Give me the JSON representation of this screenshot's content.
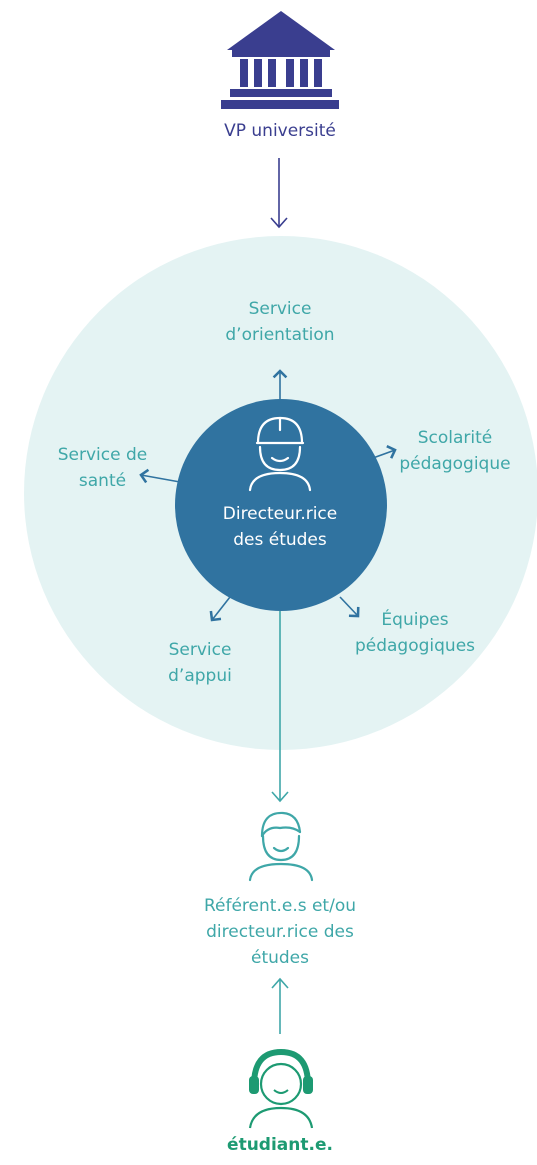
{
  "colors": {
    "navy": "#3a3e8f",
    "circle_bg": "#e4f3f3",
    "center": "#3073a0",
    "teal": "#3fa7a8",
    "green": "#1d9a72"
  },
  "top": {
    "icon": "university-building-icon",
    "label": "VP université"
  },
  "center": {
    "icon": "director-person-icon",
    "label_line1": "Directeur.rice",
    "label_line2": "des études"
  },
  "services": {
    "orientation": [
      "Service",
      "d’orientation"
    ],
    "scolarite": [
      "Scolarité",
      "pédagogique"
    ],
    "sante": [
      "Service de",
      "santé"
    ],
    "equipes": [
      "Équipes",
      "pédagogiques"
    ],
    "appui": [
      "Service",
      "d’appui"
    ]
  },
  "referent": {
    "icon": "referent-person-icon",
    "lines": [
      "Référent.e.s et/ou",
      "directeur.rice des",
      "études"
    ]
  },
  "student": {
    "icon": "student-headphones-icon",
    "label": "étudiant.e."
  }
}
